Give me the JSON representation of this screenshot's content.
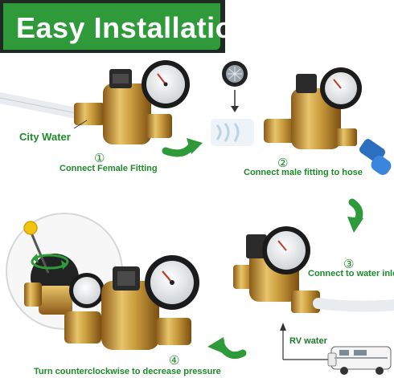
{
  "banner": {
    "title": "Easy Installation"
  },
  "steps": [
    {
      "number": "①",
      "label": "Connect Female Fitting"
    },
    {
      "number": "②",
      "label": "Connect male fitting to hose"
    },
    {
      "number": "③",
      "label": "Connect to water inlet"
    },
    {
      "number": "④",
      "label": "Turn counterclockwise to decrease pressure"
    }
  ],
  "labels": {
    "city_water": "City Water",
    "rv_water": "RV water"
  },
  "colors": {
    "accent_green": "#2e9a3a",
    "label_green": "#1d8a2a",
    "brass": "#c89a3c",
    "dark": "#1f2a22"
  }
}
